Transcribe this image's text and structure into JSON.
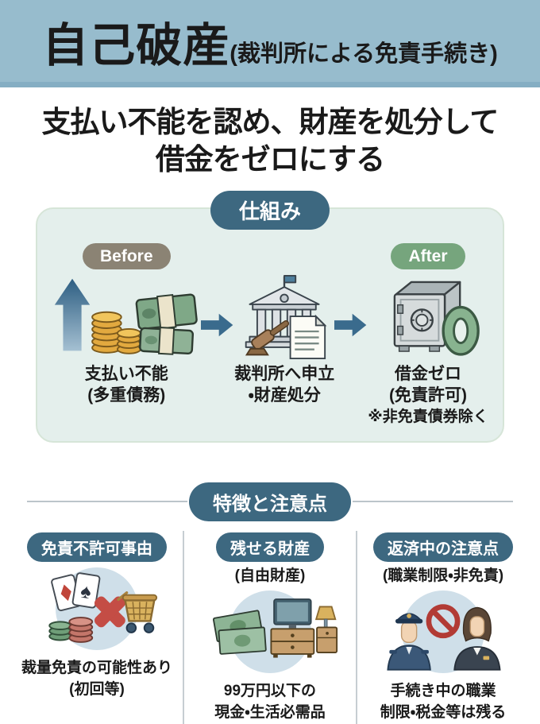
{
  "header": {
    "title": "自己破産",
    "subtitle": "(裁判所による免責手続き)"
  },
  "tagline": {
    "line1": "支払い不能を認め、財産を処分して",
    "line2": "借金をゼロにする"
  },
  "mechanism": {
    "title": "仕組み",
    "before_label": "Before",
    "after_label": "After",
    "steps": [
      {
        "caption_line1": "支払い不能",
        "caption_line2": "(多重債務)"
      },
      {
        "caption_line1": "裁判所へ申立",
        "caption_line2": "・財産処分"
      },
      {
        "caption_line1": "借金ゼロ",
        "caption_line2": "(免責許可)",
        "caption_line3": "※非免責債券除く"
      }
    ]
  },
  "features": {
    "title": "特徴と注意点",
    "columns": [
      {
        "pill": "免責不許可事由",
        "subtitle": "",
        "caption_line1": "裁量免責の可能性あり",
        "caption_line2": "(初回等)"
      },
      {
        "pill": "残せる財産",
        "subtitle": "(自由財産)",
        "caption_line1": "99万円以下の",
        "caption_line2": "現金・生活必需品"
      },
      {
        "pill": "返済中の注意点",
        "subtitle": "(職業制限・非免責)",
        "caption_line1": "手続き中の職業",
        "caption_line2": "制限・税金等は残る"
      }
    ]
  },
  "icons": {
    "rising_debt": "up-arrow with coin stacks and cash bundles",
    "flow_arrow": "right arrow",
    "courthouse": "courthouse with gavel and petition document",
    "safe_zero": "safe with green zero",
    "gambling": "playing cards, casino chips, red X, shopping cart",
    "assets": "banknotes, TV on dresser, lamp on nightstand",
    "jobs": "police officer, prohibition sign, businesswoman",
    "card_suits": "♦ ♠"
  },
  "colors": {
    "header_bg": "#97bccd",
    "header_edge": "#85aec3",
    "pill_dark": "#3d6880",
    "before_pill": "#8b8374",
    "after_pill": "#76a57d",
    "box_bg": "#e4efec",
    "arrow_blue": "#3a6b8d",
    "divider": "#bcc5ca",
    "circle_bg": "#cfdfe9",
    "alert_red": "#b23b35"
  }
}
